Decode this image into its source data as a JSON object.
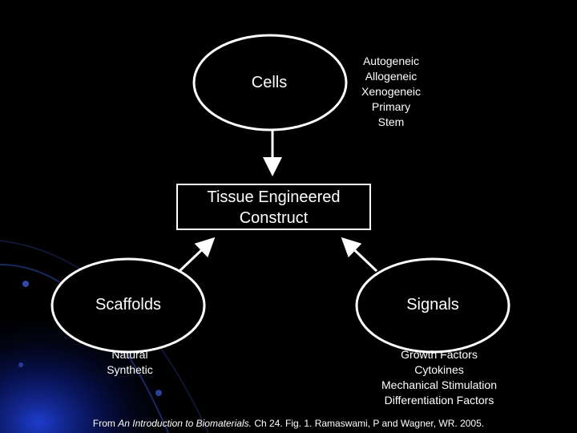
{
  "cells": {
    "label": "Cells",
    "sources": [
      "Autogeneic",
      "Allogeneic",
      "Xenogeneic",
      "Primary",
      "Stem"
    ]
  },
  "construct": {
    "line1": "Tissue Engineered",
    "line2": "Construct"
  },
  "scaffolds": {
    "label": "Scaffolds",
    "types": [
      "Natural",
      "Synthetic"
    ]
  },
  "signals": {
    "label": "Signals",
    "types": [
      "Growth Factors",
      "Cytokines",
      "Mechanical Stimulation",
      "Differentiation Factors"
    ]
  },
  "citation": {
    "prefix": "From ",
    "book": "An Introduction to Biomaterials.",
    "suffix": " Ch 24.  Fig. 1. Ramaswami, P and Wagner, WR. 2005."
  },
  "colors": {
    "background": "#000000",
    "foreground": "#ffffff",
    "accent_glow": "#1a3cc8"
  }
}
